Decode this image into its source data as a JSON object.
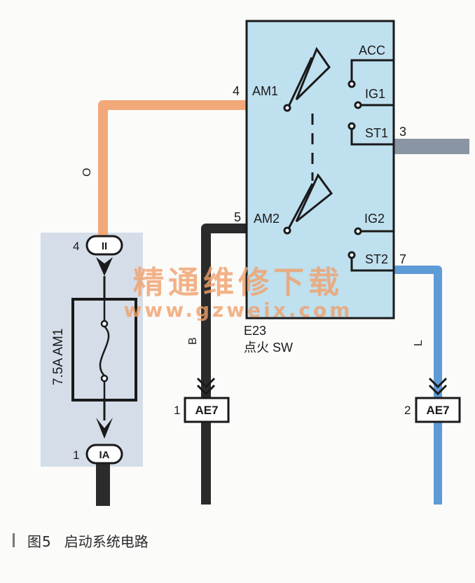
{
  "switch": {
    "id": "E23",
    "name": "点火 SW",
    "labels": {
      "acc": "ACC",
      "am1": "AM1",
      "ig1": "IG1",
      "st1": "ST1",
      "am2": "AM2",
      "ig2": "IG2",
      "st2": "ST2"
    },
    "pins": {
      "am1": "4",
      "am2": "5",
      "st1": "3",
      "st2": "7"
    }
  },
  "fuse": {
    "label": "7.5A AM1",
    "top_connector": "II",
    "top_pin": "4",
    "bottom_connector": "IA",
    "bottom_pin": "1"
  },
  "wires": {
    "orange": "O",
    "black": "B",
    "blue": "L"
  },
  "connectors": {
    "left": {
      "pin": "1",
      "label": "AE7"
    },
    "right": {
      "pin": "2",
      "label": "AE7"
    }
  },
  "watermark": {
    "title": "精通维修下载",
    "url": "www.gzweix.com"
  },
  "caption": {
    "figure": "图5",
    "title": "启动系统电路"
  },
  "colors": {
    "switch_fill": "#bfe0ef",
    "fuse_fill": "#d4dde8",
    "wire_orange": "#f2a878",
    "wire_black": "#2b2b2b",
    "wire_blue": "#5d9bd7",
    "wire_gray": "#8a95a3",
    "watermark": "#f0a06a"
  }
}
